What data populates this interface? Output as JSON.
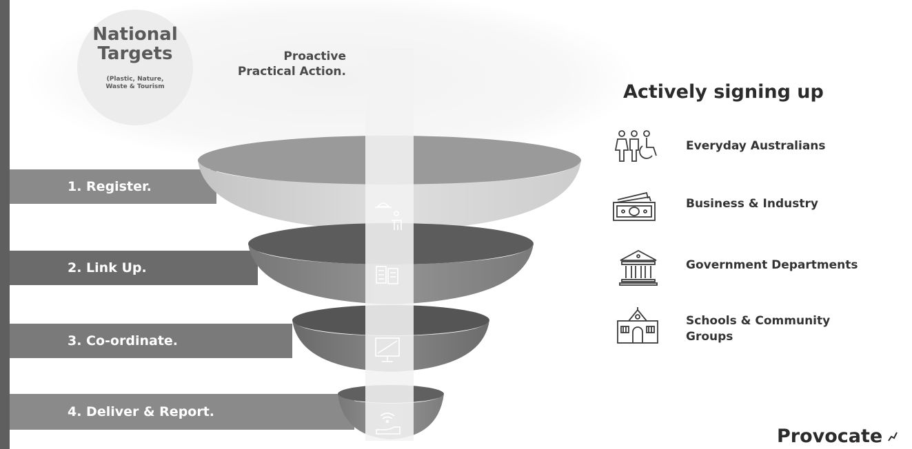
{
  "targets": {
    "title_line1": "National",
    "title_line2": "Targets",
    "sub_line1": "(Plastic, Nature,",
    "sub_line2": "Waste & Tourism"
  },
  "proactive": {
    "line1": "Proactive",
    "line2": "Practical Action."
  },
  "steps": [
    {
      "label": "1. Register.",
      "icon": "waiter-serving-icon"
    },
    {
      "label": "2. Link Up.",
      "icon": "link-documents-icon"
    },
    {
      "label": "3. Co-ordinate.",
      "icon": "monitor-icon"
    },
    {
      "label": "4. Deliver & Report.",
      "icon": "hand-wifi-icon"
    }
  ],
  "signing": {
    "title": "Actively signing up",
    "items": [
      {
        "label_line1": "Everyday Australians",
        "label_line2": "",
        "icon": "people-icon"
      },
      {
        "label_line1": "Business & Industry",
        "label_line2": "",
        "icon": "money-icon"
      },
      {
        "label_line1": "Government Departments",
        "label_line2": "",
        "icon": "government-building-icon"
      },
      {
        "label_line1": "Schools & Community",
        "label_line2": "Groups",
        "icon": "school-icon"
      }
    ]
  },
  "brand": "Provocate",
  "colors": {
    "accent_text": "#2b2b2b",
    "band": "#7d7d7d",
    "funnel_light": "#cfcfcf",
    "funnel_dark": "#6f6f6f"
  }
}
